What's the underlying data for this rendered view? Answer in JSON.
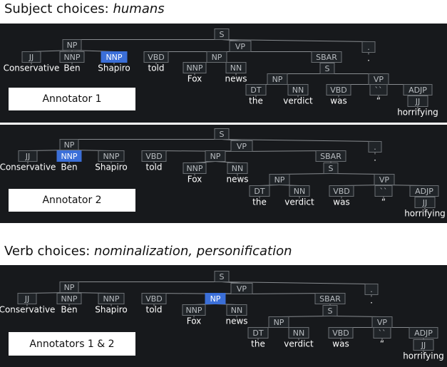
{
  "headings": [
    {
      "prefix": "Subject choices: ",
      "emphasis": "humans"
    },
    {
      "prefix": "Verb choices: ",
      "emphasis": "nominalization, personification"
    }
  ],
  "panels": [
    {
      "annotator_label": "Annotator 1",
      "highlighted": "n3"
    },
    {
      "annotator_label": "Annotator 2",
      "highlighted": "n2"
    },
    {
      "annotator_label": "Annotators 1 & 2",
      "highlighted": "n5"
    }
  ],
  "tree": {
    "nodes": [
      {
        "id": "s",
        "label": "S"
      },
      {
        "id": "np0",
        "label": "NP"
      },
      {
        "id": "vp",
        "label": "VP"
      },
      {
        "id": "pd",
        "label": "."
      },
      {
        "id": "n1",
        "label": "JJ"
      },
      {
        "id": "n2",
        "label": "NNP"
      },
      {
        "id": "n3",
        "label": "NNP"
      },
      {
        "id": "n4",
        "label": "VBD"
      },
      {
        "id": "n5",
        "label": "NP"
      },
      {
        "id": "sbar",
        "label": "SBAR"
      },
      {
        "id": "nnp2",
        "label": "NNP"
      },
      {
        "id": "nn1",
        "label": "NN"
      },
      {
        "id": "s2",
        "label": "S"
      },
      {
        "id": "np2",
        "label": "NP"
      },
      {
        "id": "vp2",
        "label": "VP"
      },
      {
        "id": "dt",
        "label": "DT"
      },
      {
        "id": "nn2",
        "label": "NN"
      },
      {
        "id": "vbd2",
        "label": "VBD"
      },
      {
        "id": "bq",
        "label": "``"
      },
      {
        "id": "adjp",
        "label": "ADJP"
      },
      {
        "id": "jj2",
        "label": "JJ"
      }
    ],
    "words": [
      {
        "under": "n1",
        "text": "Conservative"
      },
      {
        "under": "n2",
        "text": "Ben"
      },
      {
        "under": "n3",
        "text": "Shapiro"
      },
      {
        "under": "n4",
        "text": "told"
      },
      {
        "under": "nnp2",
        "text": "Fox"
      },
      {
        "under": "nn1",
        "text": "news"
      },
      {
        "under": "dt",
        "text": "the"
      },
      {
        "under": "nn2",
        "text": "verdict"
      },
      {
        "under": "vbd2",
        "text": "was"
      },
      {
        "under": "bq",
        "text": "“"
      },
      {
        "under": "jj2",
        "text": "horrifying"
      },
      {
        "under": "pd",
        "text": "."
      }
    ]
  },
  "colors": {
    "panel_bg": "#17191c",
    "node_fill": "#202428",
    "node_stroke": "#6b6f73",
    "node_text": "#b8bcc0",
    "word_text": "#ffffff",
    "edge": "#888c90",
    "highlight": "#3b6fd8"
  }
}
